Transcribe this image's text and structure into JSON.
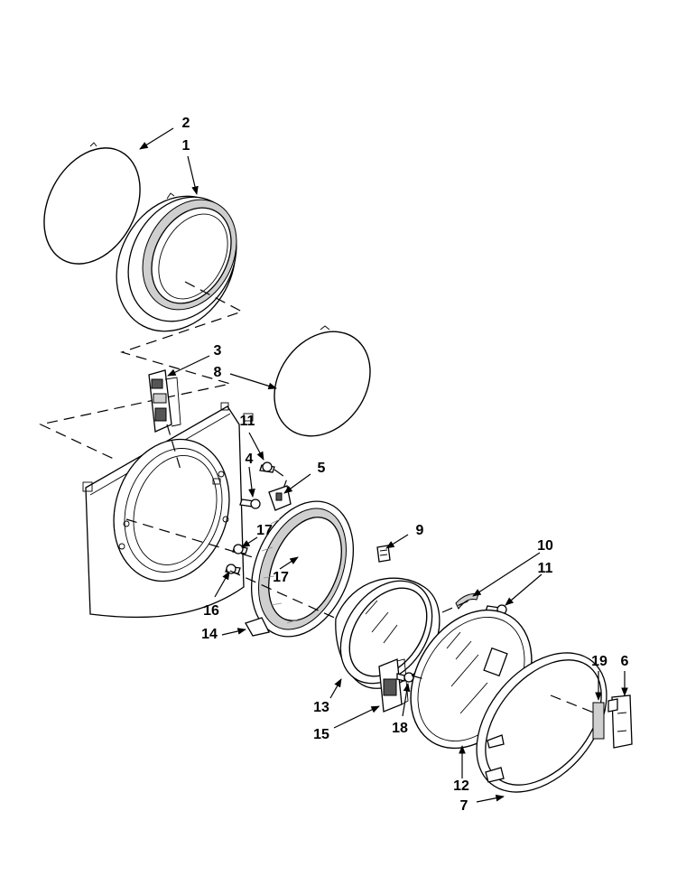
{
  "callouts": {
    "c1": "1",
    "c2": "2",
    "c3": "3",
    "c4": "4",
    "c5": "5",
    "c6": "6",
    "c7": "7",
    "c8": "8",
    "c9": "9",
    "c10": "10",
    "c11a": "11",
    "c11b": "11",
    "c12": "12",
    "c13": "13",
    "c14": "14",
    "c15": "15",
    "c16": "16",
    "c17a": "17",
    "c17b": "17",
    "c18": "18",
    "c19": "19"
  }
}
